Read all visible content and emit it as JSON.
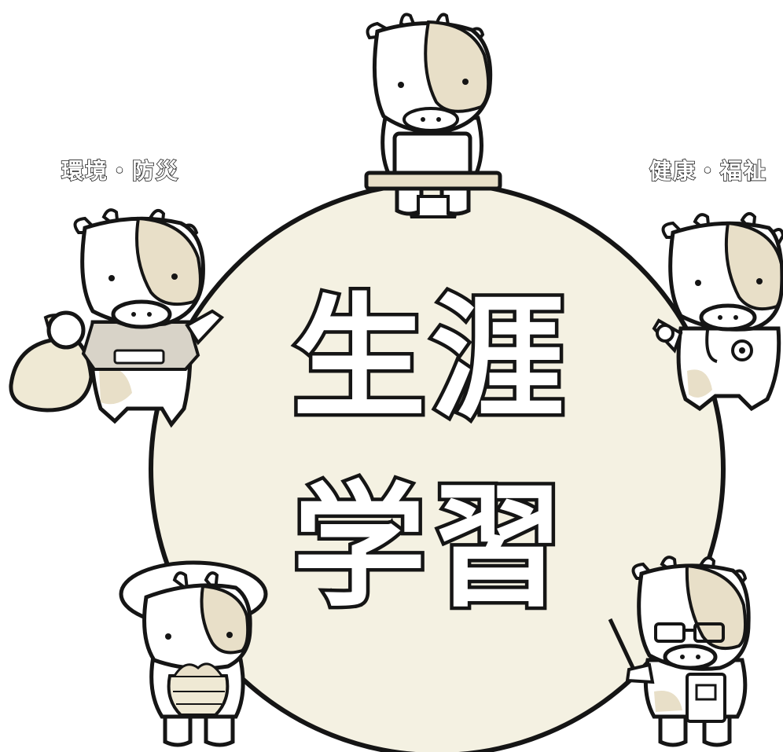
{
  "topics": {
    "left": "環境・防災",
    "right": "健康・福祉"
  },
  "title": {
    "line1": "生涯",
    "line2": "学習"
  },
  "characters": [
    "cow-with-laptop",
    "cow-with-sack",
    "cow-doctor-with-stethoscope",
    "cow-with-food-basket",
    "cow-teacher-with-pointer"
  ],
  "colors": {
    "circle_fill": "#f4f1e2",
    "cow_body": "#ffffff",
    "cow_patch": "#e8dfc8",
    "outline": "#151515"
  }
}
